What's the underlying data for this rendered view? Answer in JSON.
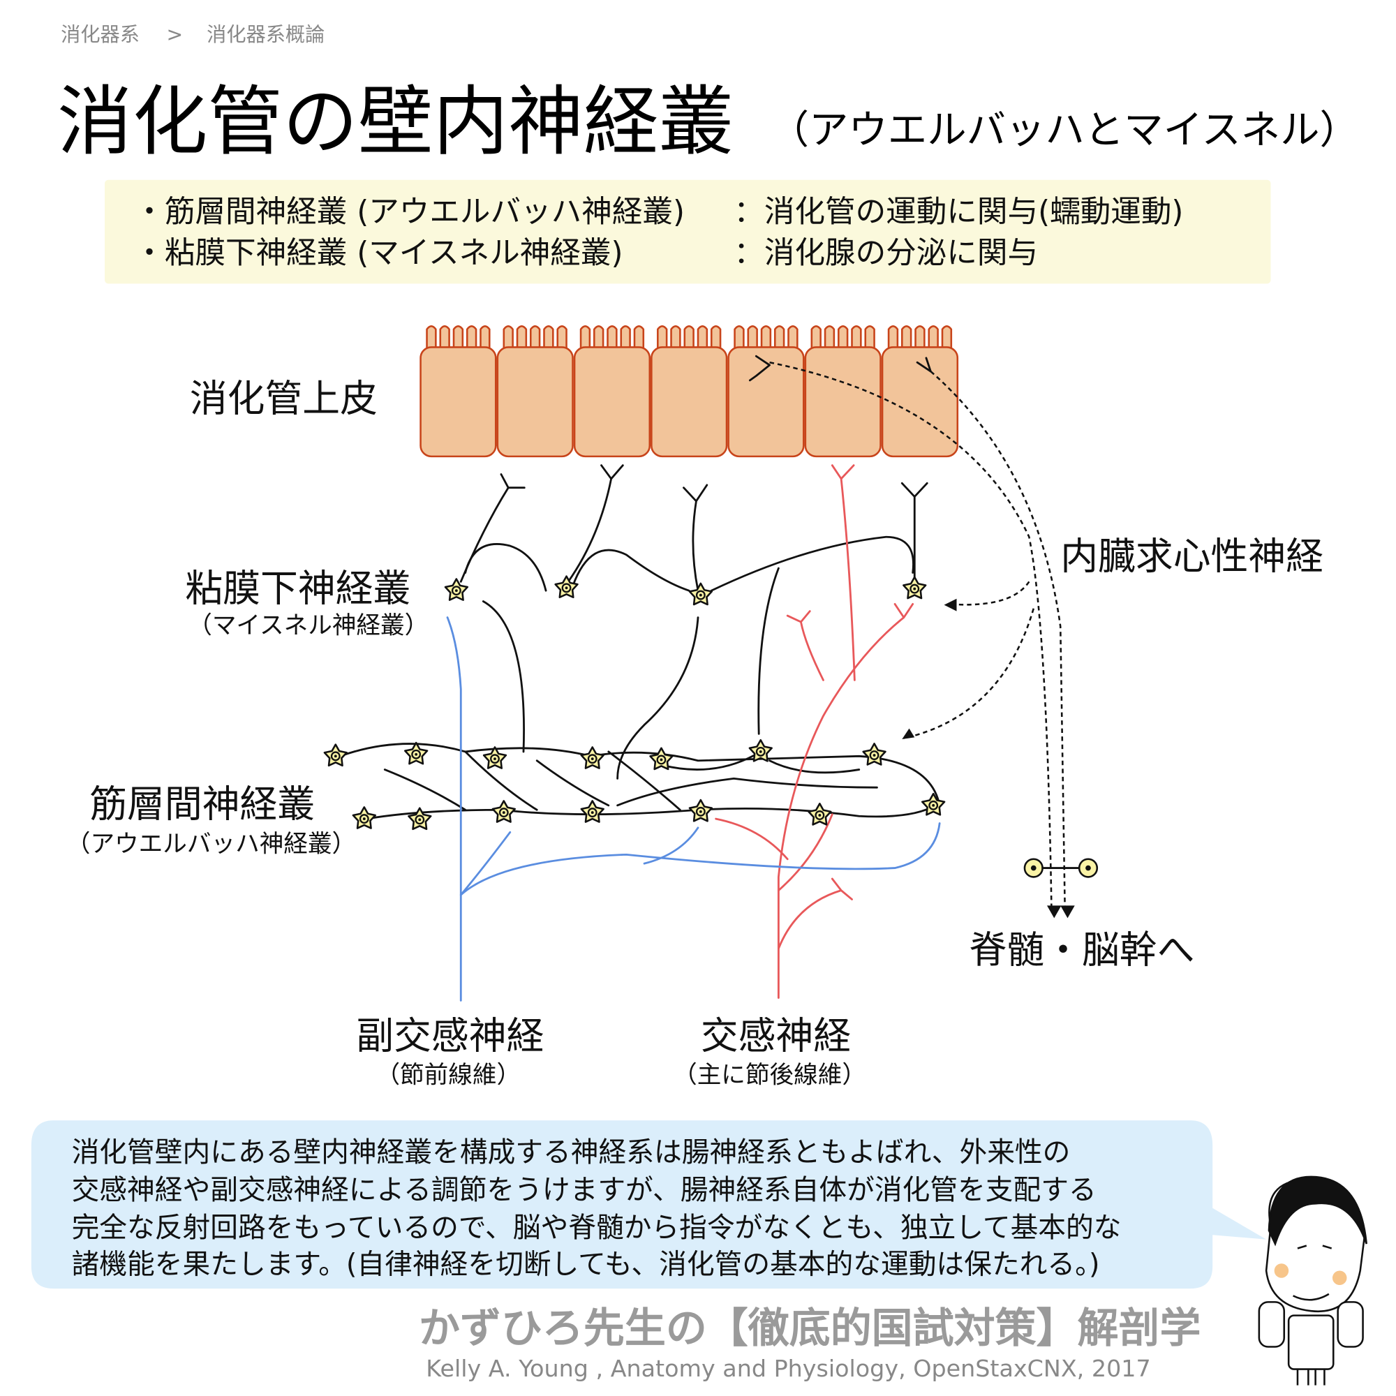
{
  "breadcrumb": {
    "parent": "消化器系",
    "separator": ">",
    "current": "消化器系概論"
  },
  "title": {
    "main": "消化管の壁内神経叢",
    "sub": "（アウエルバッハとマイスネル）"
  },
  "summary": {
    "line1_left": "・筋層間神経叢 (アウエルバッハ神経叢)",
    "line1_right": "：消化管の運動に関与(蠕動運動)",
    "line2_left": "・粘膜下神経叢 (マイスネル神経叢)",
    "line2_right": "：消化腺の分泌に関与"
  },
  "diagram": {
    "epithelium": "消化管上皮",
    "submucosal": "粘膜下神経叢",
    "submucosal_sub": "（マイスネル神経叢）",
    "myenteric": "筋層間神経叢",
    "myenteric_sub": "（アウエルバッハ神経叢）",
    "afferent": "内臓求心性神経",
    "to_spinal": "脊髄・脳幹へ",
    "parasympathetic": "副交感神経",
    "parasympathetic_sub": "（節前線維）",
    "sympathetic": "交感神経",
    "sympathetic_sub": "（主に節後線維）"
  },
  "bubble": {
    "lines": [
      "消化管壁内にある壁内神経叢を構成する神経系は腸神経系ともよばれ、外来性の",
      "交感神経や副交感神経による調節をうけますが、腸神経系自体が消化管を支配する",
      "完全な反射回路をもっているので、脳や脊髄から指令がなくとも、独立して基本的な",
      "諸機能を果たします。(自律神経を切断しても、消化管の基本的な運動は保たれる。)"
    ]
  },
  "footer": {
    "brand": "かずひろ先生の【徹底的国試対策】解剖学",
    "citation": "Kelly A. Young , Anatomy and Physiology, OpenStaxCNX, 2017"
  },
  "colors": {
    "cell_fill": "#f2c49a",
    "cell_stroke": "#c8441a",
    "ganglion": "#faf3a6",
    "sympathetic": "#e8585a",
    "parasympathetic": "#5a8de0",
    "summary_bg": "#fbf9dc",
    "bubble_bg": "#dbeefb"
  }
}
